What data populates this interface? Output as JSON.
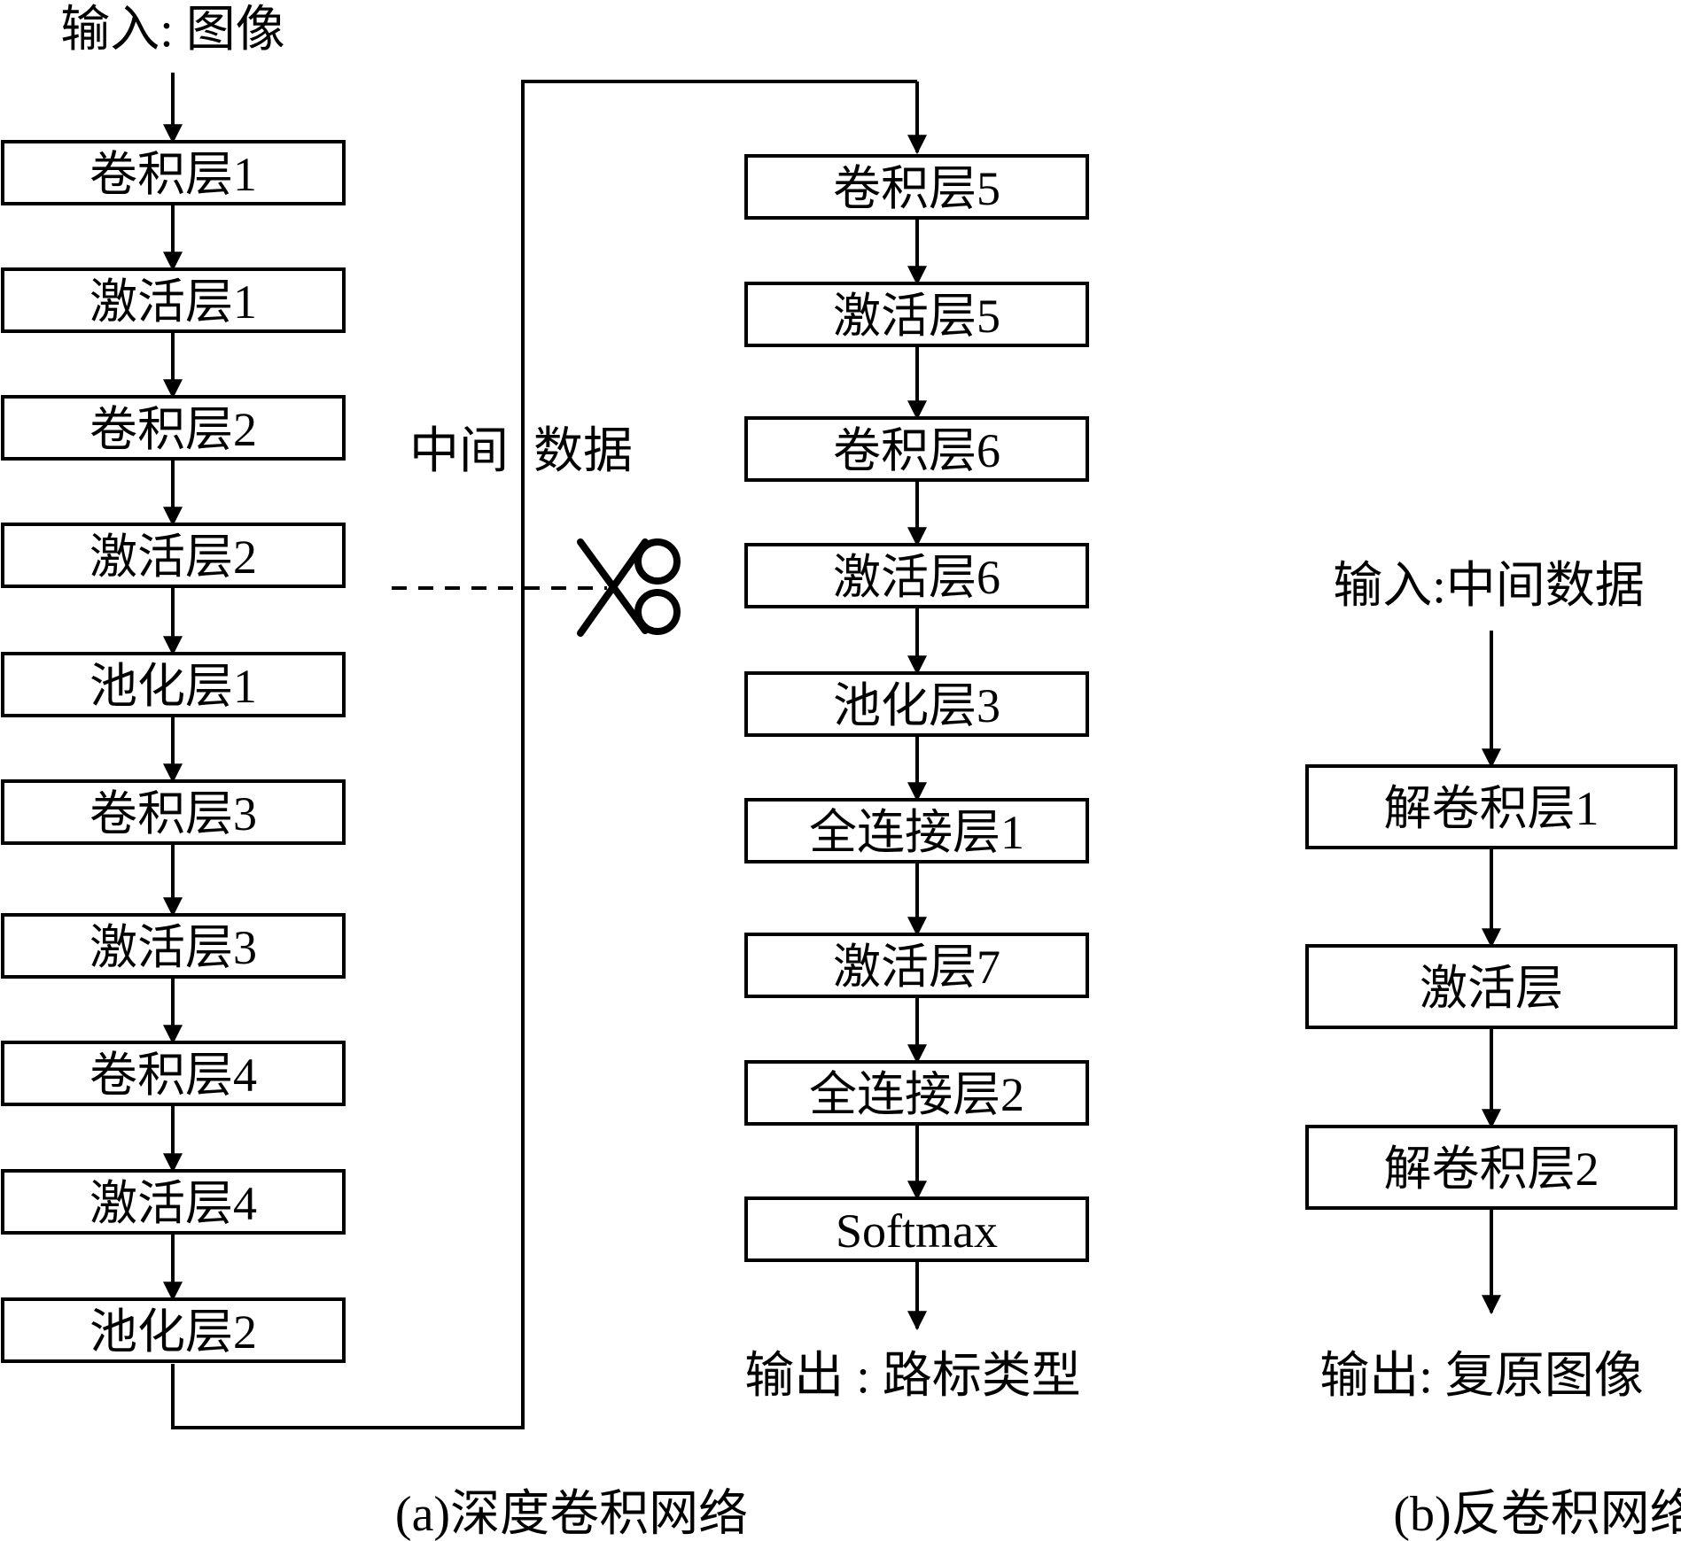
{
  "left_input": "输入: 图像",
  "left_column": [
    "卷积层1",
    "激活层1",
    "卷积层2",
    "激活层2",
    "池化层1",
    "卷积层3",
    "激活层3",
    "卷积层4",
    "激活层4",
    "池化层2"
  ],
  "middle_column": [
    "卷积层5",
    "激活层5",
    "卷积层6",
    "激活层6",
    "池化层3",
    "全连接层1",
    "激活层7",
    "全连接层2",
    "Softmax"
  ],
  "middle_output": "输出 : 路标类型",
  "intermediate_label": "中间  数据",
  "scissors_icon": "scissors-icon",
  "right_input": "输入:中间数据",
  "right_column": [
    "解卷积层1",
    "激活层",
    "解卷积层2"
  ],
  "right_output": "输出: 复原图像",
  "caption_a": "(a)深度卷积网络",
  "caption_b": "(b)反卷积网络"
}
